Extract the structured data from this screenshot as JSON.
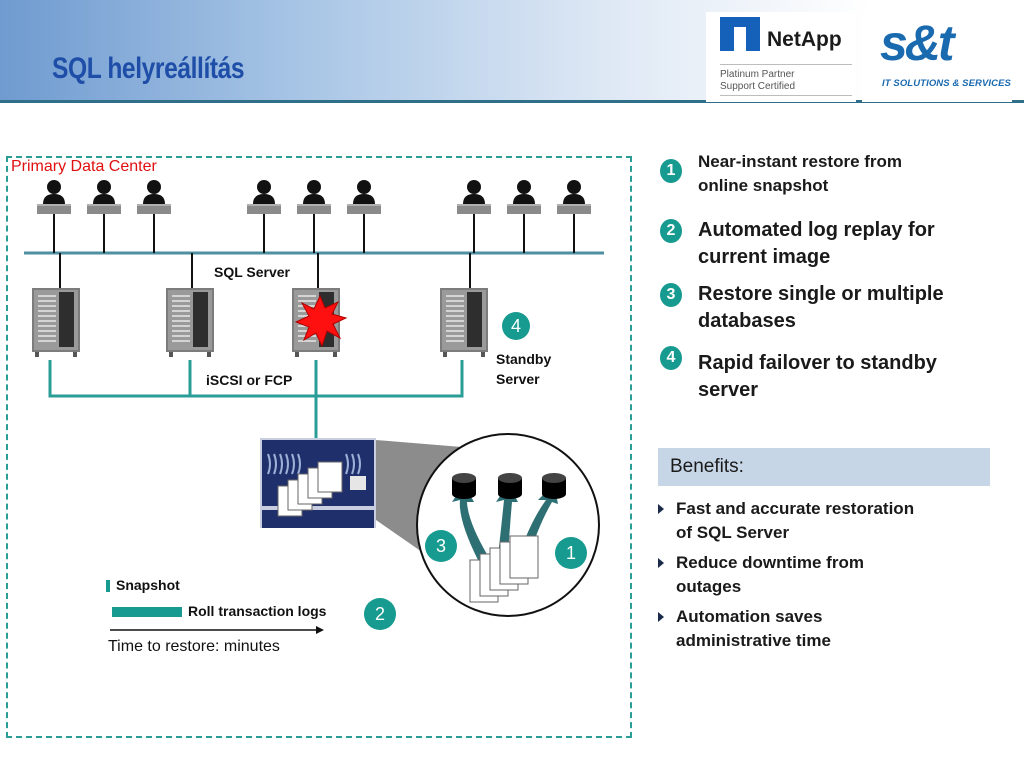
{
  "header": {
    "title": "SQL helyreállítás",
    "netapp_brand": "NetApp",
    "netapp_partner": "Platinum Partner",
    "netapp_support": "Support Certified",
    "st_brand": "s&t",
    "st_tagline": "IT SOLUTIONS & SERVICES"
  },
  "diagram": {
    "primary_dc_label": "Primary Data Center",
    "sql_server_label": "SQL Server",
    "iscsi_label": "iSCSI or FCP",
    "standby_line1": "Standby",
    "standby_line2": "Server",
    "badge_standby": "4",
    "badge_snapshot_restore": "1",
    "badge_log_replay": "2",
    "badge_multi_restore": "3",
    "legend_snapshot": "Snapshot",
    "legend_roll": "Roll transaction logs",
    "time_to_restore": "Time to restore:  minutes"
  },
  "features": [
    {
      "num": "1",
      "line1": "Near-instant restore from",
      "line2": "online snapshot"
    },
    {
      "num": "2",
      "line1": "Automated log replay for",
      "line2": "current image"
    },
    {
      "num": "3",
      "line1": "Restore single or multiple",
      "line2": "databases"
    },
    {
      "num": "4",
      "line1": "Rapid failover to standby",
      "line2": "server"
    }
  ],
  "benefits": {
    "title": "Benefits:",
    "items": [
      {
        "line1": "Fast and accurate restoration",
        "line2": "of SQL Server"
      },
      {
        "line1": "Reduce downtime from",
        "line2": "outages"
      },
      {
        "line1": "Automation saves",
        "line2": "administrative time"
      }
    ]
  },
  "colors": {
    "teal": "#179a8f",
    "title_blue": "#1f4ea8",
    "dc_label_red": "#e01010",
    "storage_navy": "#1e2f6b",
    "fault_red": "#ff1010"
  }
}
